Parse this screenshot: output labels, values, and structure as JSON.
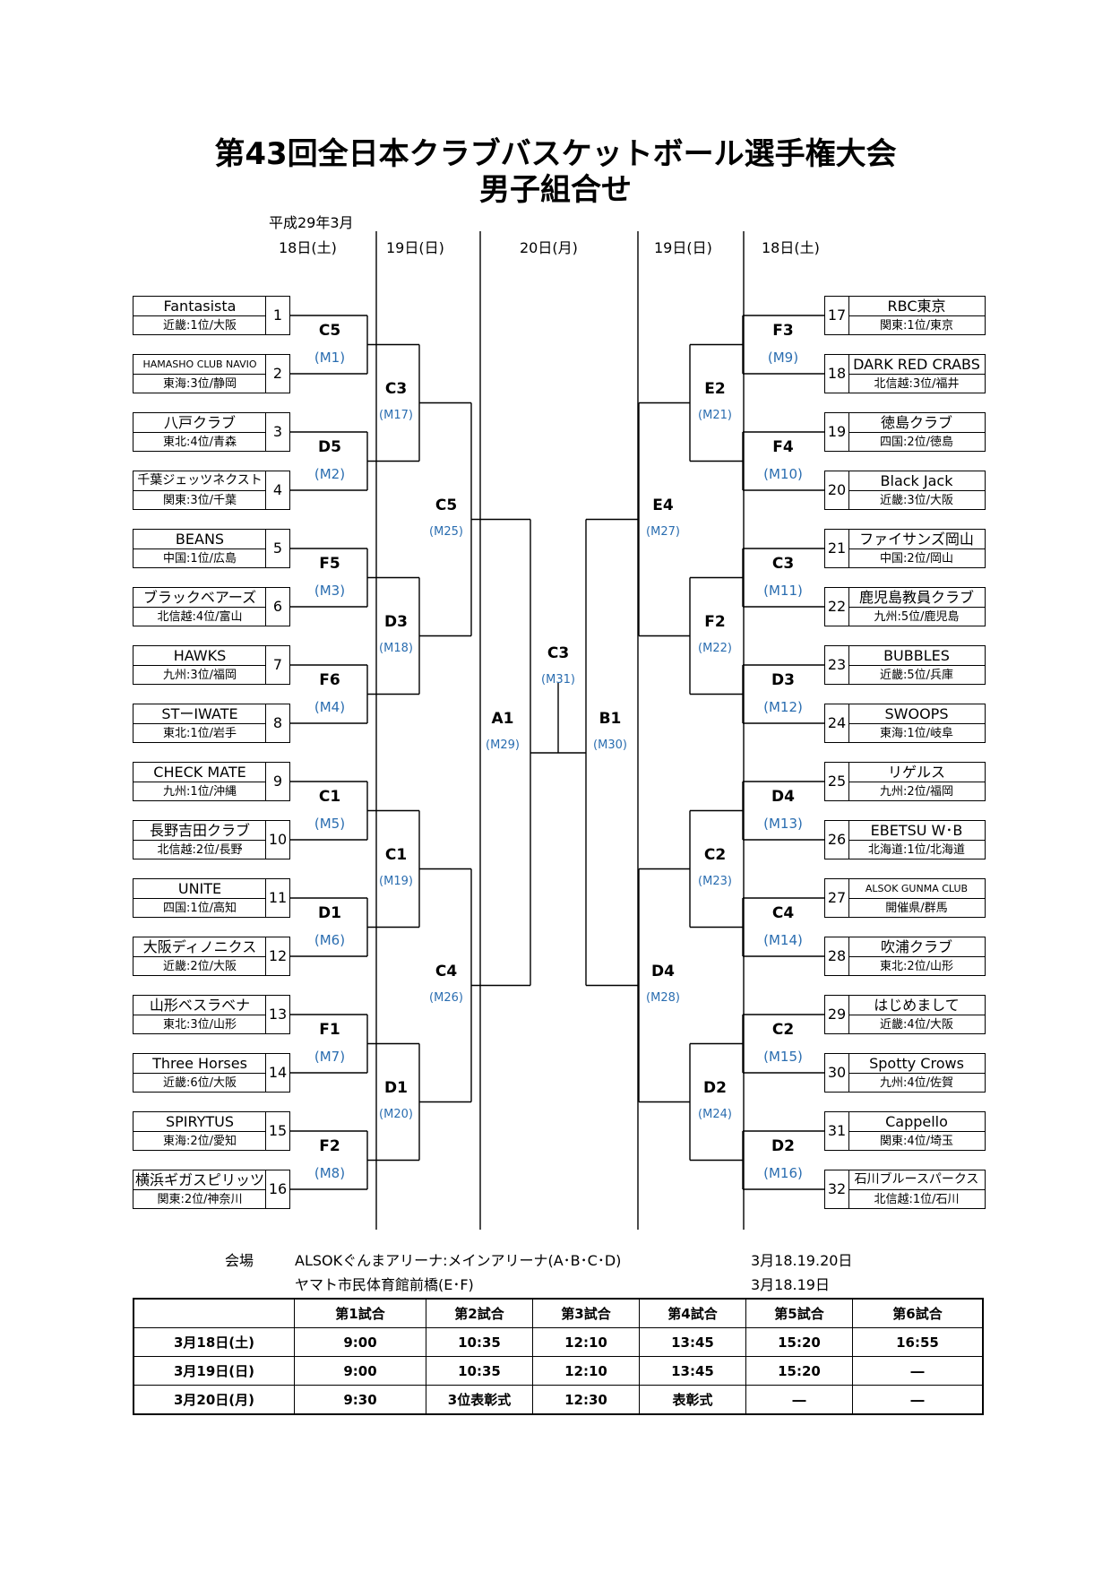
{
  "title": {
    "line1": "第43回全日本クラブバスケットボール選手権大会",
    "line2": "男子組合せ"
  },
  "date_line": "平成29年3月",
  "day_headers": [
    "18日(土)",
    "19日(日)",
    "20日(月)",
    "19日(日)",
    "18日(土)"
  ],
  "left_teams": [
    {
      "seed": "1",
      "name": "Fantasista",
      "region": "近畿:1位/大阪"
    },
    {
      "seed": "2",
      "name": "HAMASHO CLUB NAVIO",
      "region": "東海:3位/静岡"
    },
    {
      "seed": "3",
      "name": "八戸クラブ",
      "region": "東北:4位/青森"
    },
    {
      "seed": "4",
      "name": "千葉ジェッツネクスト",
      "region": "関東:3位/千葉"
    },
    {
      "seed": "5",
      "name": "BEANS",
      "region": "中国:1位/広島"
    },
    {
      "seed": "6",
      "name": "ブラックベアーズ",
      "region": "北信越:4位/富山"
    },
    {
      "seed": "7",
      "name": "HAWKS",
      "region": "九州:3位/福岡"
    },
    {
      "seed": "8",
      "name": "STーIWATE",
      "region": "東北:1位/岩手"
    },
    {
      "seed": "9",
      "name": "CHECK MATE",
      "region": "九州:1位/沖縄"
    },
    {
      "seed": "10",
      "name": "長野吉田クラブ",
      "region": "北信越:2位/長野"
    },
    {
      "seed": "11",
      "name": "UNITE",
      "region": "四国:1位/高知"
    },
    {
      "seed": "12",
      "name": "大阪ディノニクス",
      "region": "近畿:2位/大阪"
    },
    {
      "seed": "13",
      "name": "山形ベスラベナ",
      "region": "東北:3位/山形"
    },
    {
      "seed": "14",
      "name": "Three Horses",
      "region": "近畿:6位/大阪"
    },
    {
      "seed": "15",
      "name": "SPIRYTUS",
      "region": "東海:2位/愛知"
    },
    {
      "seed": "16",
      "name": "横浜ギガスピリッツ",
      "region": "関東:2位/神奈川"
    }
  ],
  "right_teams": [
    {
      "seed": "17",
      "name": "RBC東京",
      "region": "関東:1位/東京"
    },
    {
      "seed": "18",
      "name": "DARK RED CRABS",
      "region": "北信越:3位/福井"
    },
    {
      "seed": "19",
      "name": "徳島クラブ",
      "region": "四国:2位/徳島"
    },
    {
      "seed": "20",
      "name": "Black Jack",
      "region": "近畿:3位/大阪"
    },
    {
      "seed": "21",
      "name": "ファイサンズ岡山",
      "region": "中国:2位/岡山"
    },
    {
      "seed": "22",
      "name": "鹿児島教員クラブ",
      "region": "九州:5位/鹿児島"
    },
    {
      "seed": "23",
      "name": "BUBBLES",
      "region": "近畿:5位/兵庫"
    },
    {
      "seed": "24",
      "name": "SWOOPS",
      "region": "東海:1位/岐阜"
    },
    {
      "seed": "25",
      "name": "リゲルス",
      "region": "九州:2位/福岡"
    },
    {
      "seed": "26",
      "name": "EBETSU W･B",
      "region": "北海道:1位/北海道"
    },
    {
      "seed": "27",
      "name": "ALSOK GUNMA CLUB",
      "region": "開催県/群馬"
    },
    {
      "seed": "28",
      "name": "吹浦クラブ",
      "region": "東北:2位/山形"
    },
    {
      "seed": "29",
      "name": "はじめまして",
      "region": "近畿:4位/大阪"
    },
    {
      "seed": "30",
      "name": "Spotty Crows",
      "region": "九州:4位/佐賀"
    },
    {
      "seed": "31",
      "name": "Cappello",
      "region": "関東:4位/埼玉"
    },
    {
      "seed": "32",
      "name": "石川ブルースパークス",
      "region": "北信越:1位/石川"
    }
  ],
  "matches": {
    "left_r1": [
      {
        "court": "C5",
        "match": "(M1)"
      },
      {
        "court": "D5",
        "match": "(M2)"
      },
      {
        "court": "F5",
        "match": "(M3)"
      },
      {
        "court": "F6",
        "match": "(M4)"
      },
      {
        "court": "C1",
        "match": "(M5)"
      },
      {
        "court": "D1",
        "match": "(M6)"
      },
      {
        "court": "F1",
        "match": "(M7)"
      },
      {
        "court": "F2",
        "match": "(M8)"
      }
    ],
    "right_r1": [
      {
        "court": "F3",
        "match": "(M9)"
      },
      {
        "court": "F4",
        "match": "(M10)"
      },
      {
        "court": "C3",
        "match": "(M11)"
      },
      {
        "court": "D3",
        "match": "(M12)"
      },
      {
        "court": "D4",
        "match": "(M13)"
      },
      {
        "court": "C4",
        "match": "(M14)"
      },
      {
        "court": "C2",
        "match": "(M15)"
      },
      {
        "court": "D2",
        "match": "(M16)"
      }
    ],
    "left_r2": [
      {
        "court": "C3",
        "match": "(M17)"
      },
      {
        "court": "D3",
        "match": "(M18)"
      },
      {
        "court": "C1",
        "match": "(M19)"
      },
      {
        "court": "D1",
        "match": "(M20)"
      }
    ],
    "right_r2": [
      {
        "court": "E2",
        "match": "(M21)"
      },
      {
        "court": "F2",
        "match": "(M22)"
      },
      {
        "court": "C2",
        "match": "(M23)"
      },
      {
        "court": "D2",
        "match": "(M24)"
      }
    ],
    "left_r3": [
      {
        "court": "C5",
        "match": "(M25)"
      },
      {
        "court": "C4",
        "match": "(M26)"
      }
    ],
    "right_r3": [
      {
        "court": "E4",
        "match": "(M27)"
      },
      {
        "court": "D4",
        "match": "(M28)"
      }
    ],
    "semi_left": {
      "court": "A1",
      "match": "(M29)"
    },
    "semi_right": {
      "court": "B1",
      "match": "(M30)"
    },
    "final": {
      "court": "C3",
      "match": "(M31)"
    }
  },
  "venue": {
    "label": "会場",
    "main": "ALSOKぐんまアリーナ:メインアリーナ(A･B･C･D)",
    "main_dates": "3月18.19.20日",
    "sub": "ヤマト市民体育館前橋(E･F)",
    "sub_dates": "3月18.19日"
  },
  "schedule": {
    "headers": [
      "",
      "第1試合",
      "第2試合",
      "第3試合",
      "第4試合",
      "第5試合",
      "第6試合"
    ],
    "rows": [
      [
        "3月18日(土)",
        "9:00",
        "10:35",
        "12:10",
        "13:45",
        "15:20",
        "16:55"
      ],
      [
        "3月19日(日)",
        "9:00",
        "10:35",
        "12:10",
        "13:45",
        "15:20",
        "―"
      ],
      [
        "3月20日(月)",
        "9:30",
        "3位表彰式",
        "12:30",
        "表彰式",
        "―",
        "―"
      ]
    ]
  }
}
